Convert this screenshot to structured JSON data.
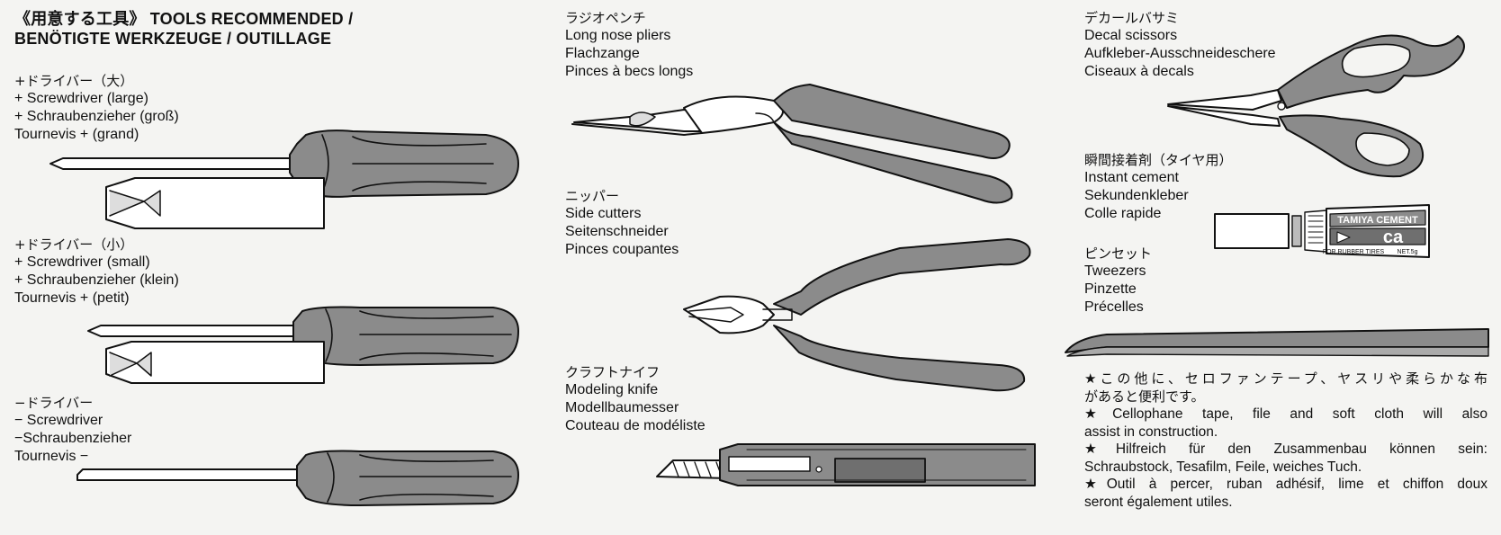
{
  "header": {
    "line1": "《用意する工具》 TOOLS RECOMMENDED /",
    "line2": "BENÖTIGTE WERKZEUGE / OUTILLAGE"
  },
  "tools": {
    "screwdriver_large": [
      "+ドライバー（大）",
      "+ Screwdriver (large)",
      "+ Schraubenzieher (groß)",
      "Tournevis + (grand)"
    ],
    "screwdriver_small": [
      "+ドライバー（小）",
      "+ Screwdriver (small)",
      "+ Schraubenzieher (klein)",
      "Tournevis + (petit)"
    ],
    "screwdriver_flat": [
      "−ドライバー",
      "− Screwdriver",
      "−Schraubenzieher",
      "Tournevis −"
    ],
    "long_nose_pliers": [
      "ラジオペンチ",
      "Long nose pliers",
      "Flachzange",
      "Pinces à becs longs"
    ],
    "side_cutters": [
      "ニッパー",
      "Side cutters",
      "Seitenschneider",
      "Pinces coupantes"
    ],
    "modeling_knife": [
      "クラフトナイフ",
      "Modeling knife",
      "Modellbaumesser",
      "Couteau de modéliste"
    ],
    "decal_scissors": [
      "デカールバサミ",
      "Decal scissors",
      "Aufkleber-Ausschneideschere",
      "Ciseaux à decals"
    ],
    "instant_cement": [
      "瞬間接着剤（タイヤ用）",
      "Instant cement",
      "Sekundenkleber",
      "Colle rapide"
    ],
    "tweezers": [
      "ピンセット",
      "Tweezers",
      "Pinzette",
      "Précelles"
    ]
  },
  "tube_label": {
    "brand": "TAMIYA CEMENT",
    "ca": "ca",
    "sub": "FOR RUBBER TIRES",
    "net": "NET.5g"
  },
  "notes": [
    "★この他に、セロファンテープ、ヤスリや柔らかな布",
    "があると便利です。",
    "★Cellophane tape, file and soft cloth will also",
    "assist in construction.",
    "★Hilfreich für den Zusammenbau können sein:",
    "Schraubstock, Tesafilm, Feile, weiches Tuch.",
    "★Outil à percer, ruban adhésif, lime et chiffon doux",
    "seront également utiles."
  ],
  "colors": {
    "grip": "#8b8b8b",
    "outline": "#111111",
    "background": "#f4f4f2"
  }
}
